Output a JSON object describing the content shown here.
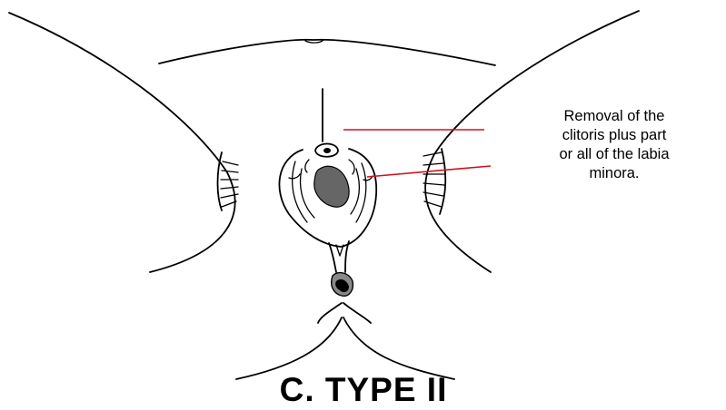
{
  "annotation": {
    "lines": [
      "Removal of the",
      "clitoris plus part",
      "or all of the labia",
      "minora."
    ],
    "leader_color": "#d0101a"
  },
  "caption": "C. TYPE II",
  "colors": {
    "line": "#000000",
    "excised_area": "#666666",
    "background": "#ffffff"
  }
}
